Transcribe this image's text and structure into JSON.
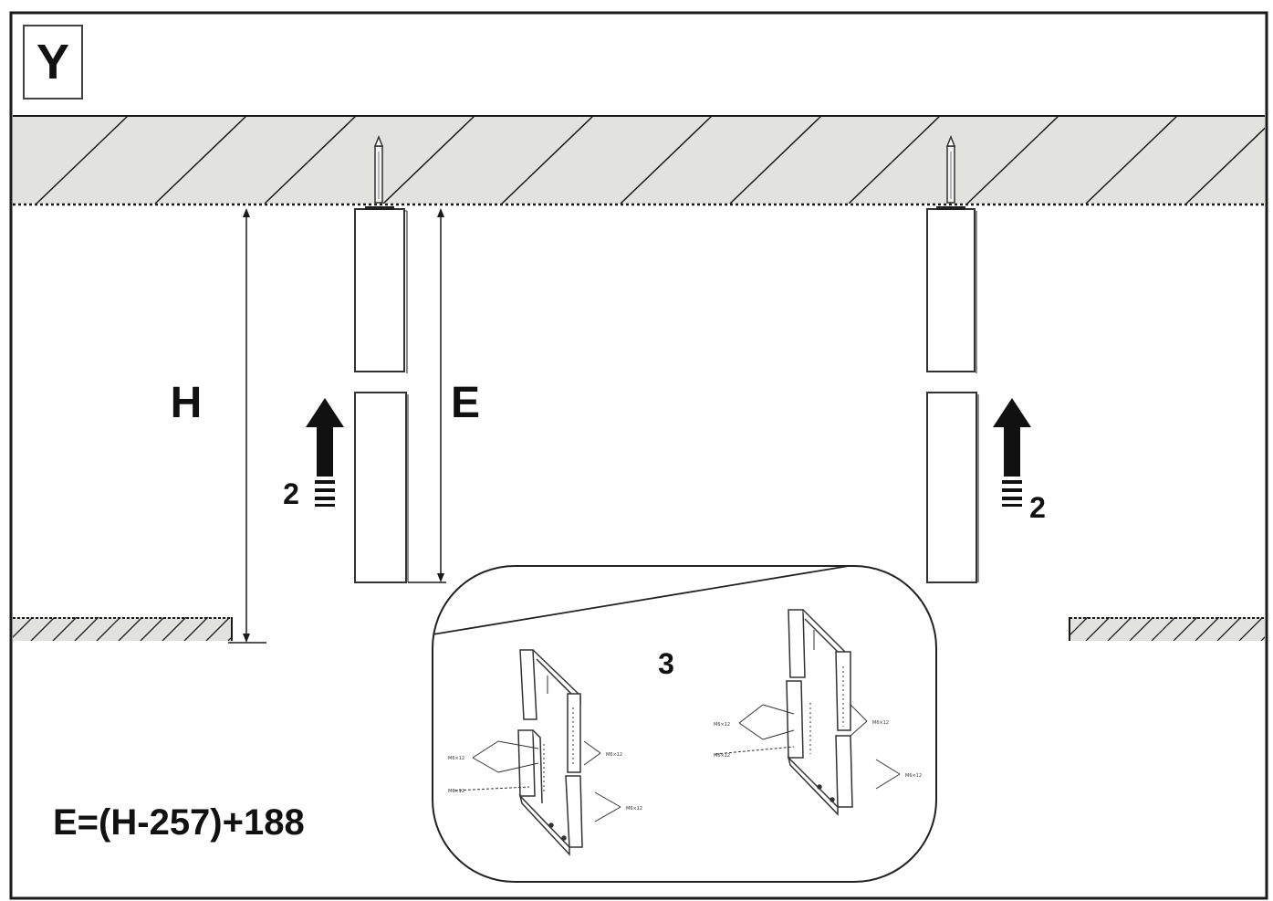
{
  "step_badge": "Y",
  "labels": {
    "height": "H",
    "extension": "E",
    "count_left": "2",
    "count_right": "2",
    "detail_step": "3"
  },
  "formula": "E=(H-257)+188",
  "colors": {
    "line": "#1a1a1a",
    "ceiling_fill": "#e2e2e0",
    "panel_stroke": "#333333",
    "arrow": "#111111"
  },
  "icons": {
    "arrow": "up-arrow-icon",
    "anchor": "ceiling-anchor-bolt-icon"
  }
}
